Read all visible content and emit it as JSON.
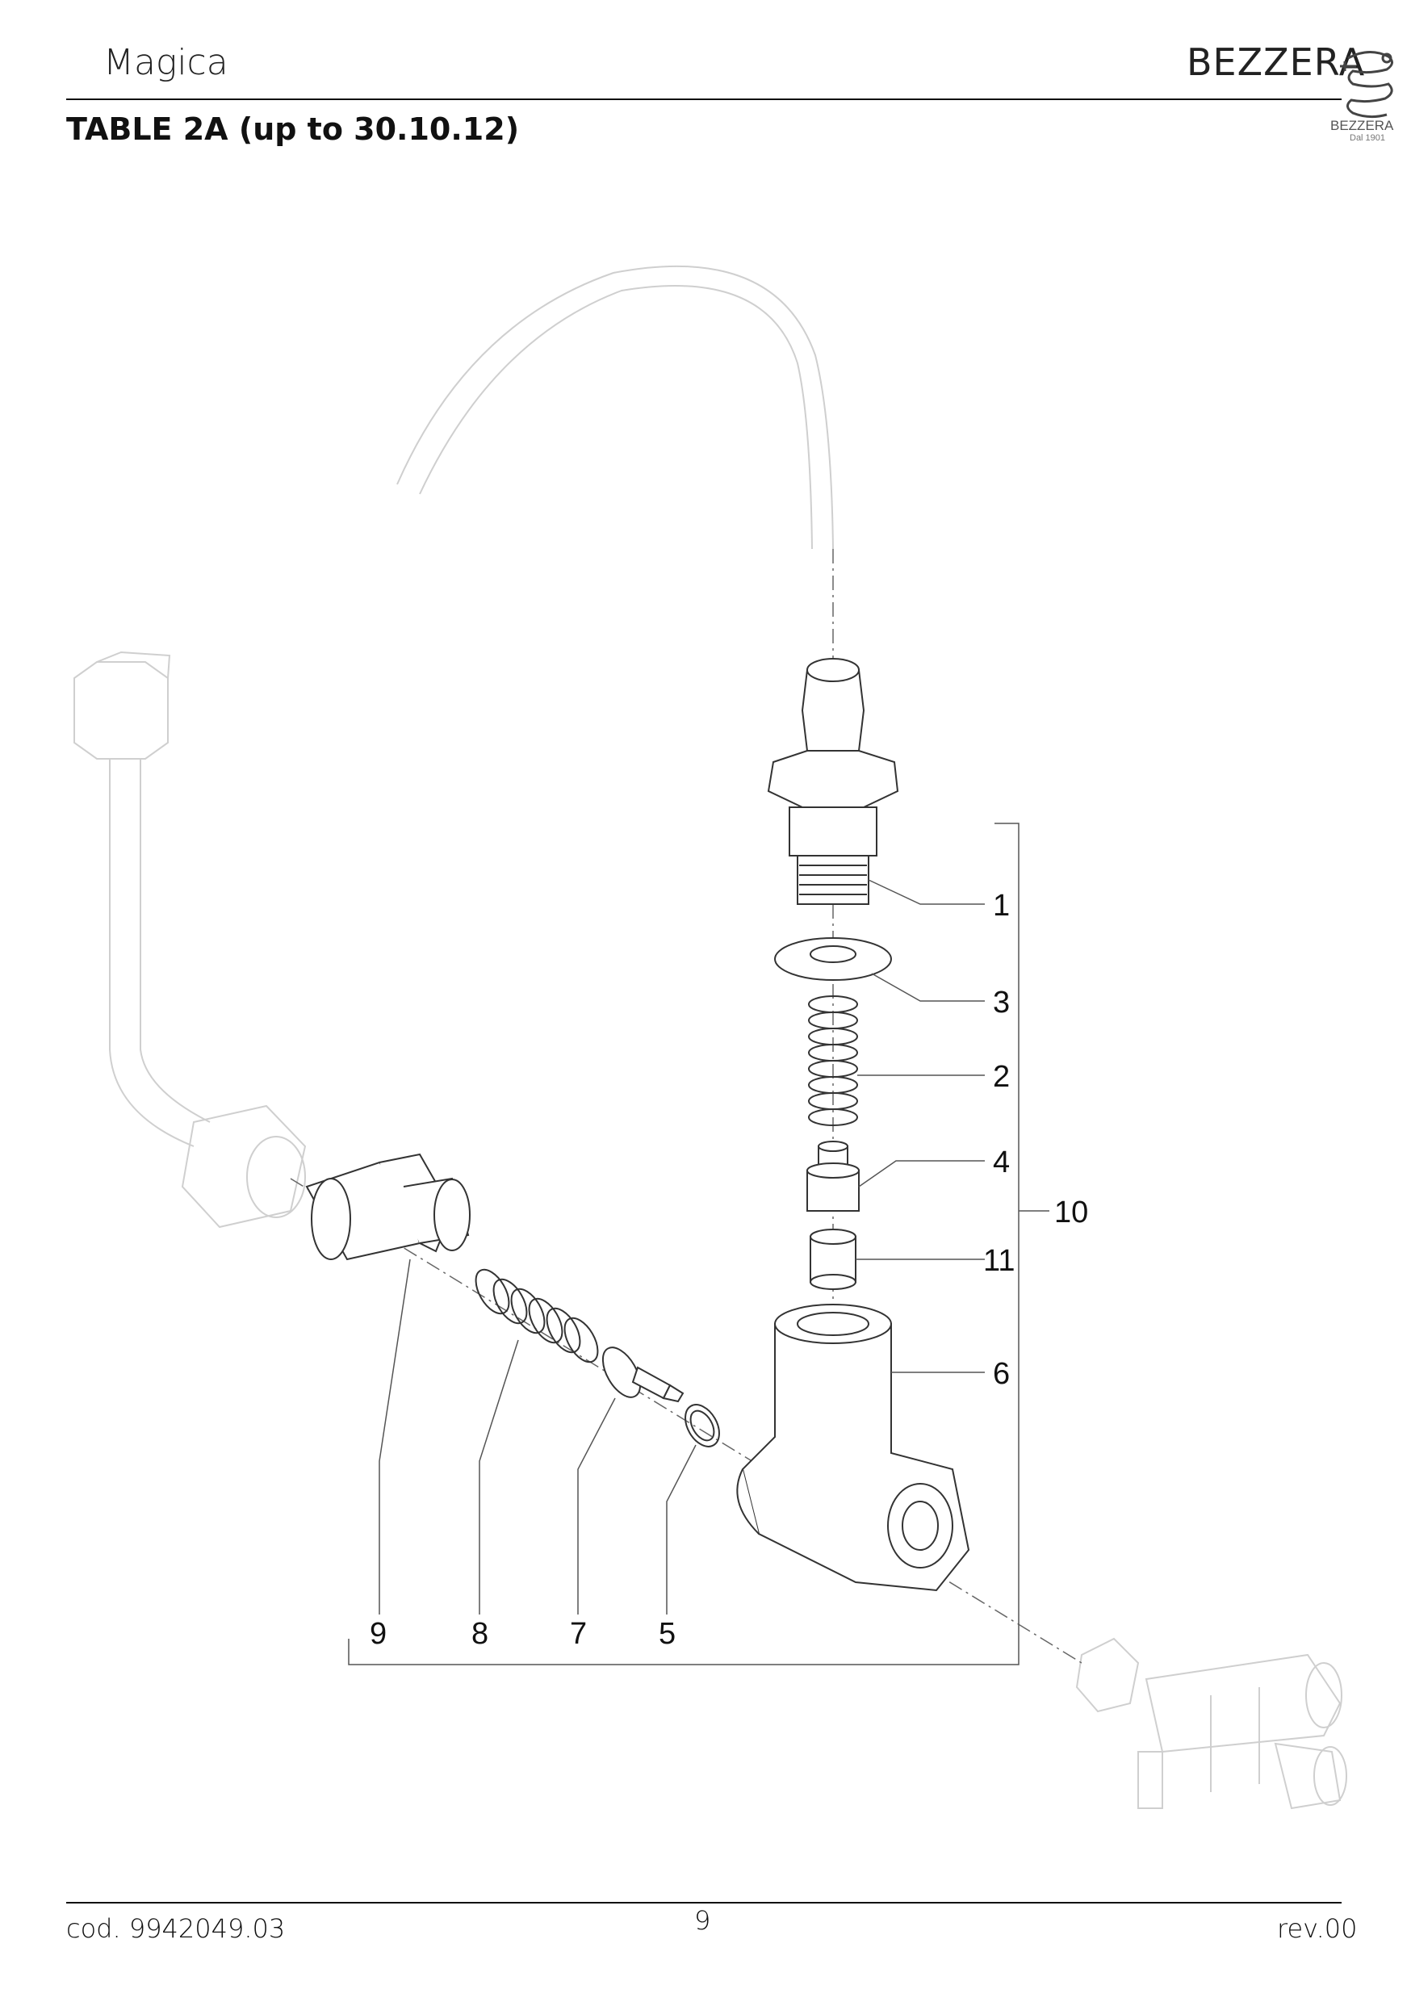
{
  "header": {
    "product": "Magica",
    "brand": "BEZZERA",
    "table_title": "TABLE 2A (up to 30.10.12)",
    "logo_text": "BEZZERA",
    "logo_sub": "Dal 1901"
  },
  "diagram": {
    "callouts": [
      "1",
      "3",
      "2",
      "4",
      "10",
      "11",
      "6",
      "9",
      "8",
      "7",
      "5"
    ]
  },
  "footer": {
    "code": "cod. 9942049.03",
    "page": "9",
    "revision": "rev.00"
  }
}
